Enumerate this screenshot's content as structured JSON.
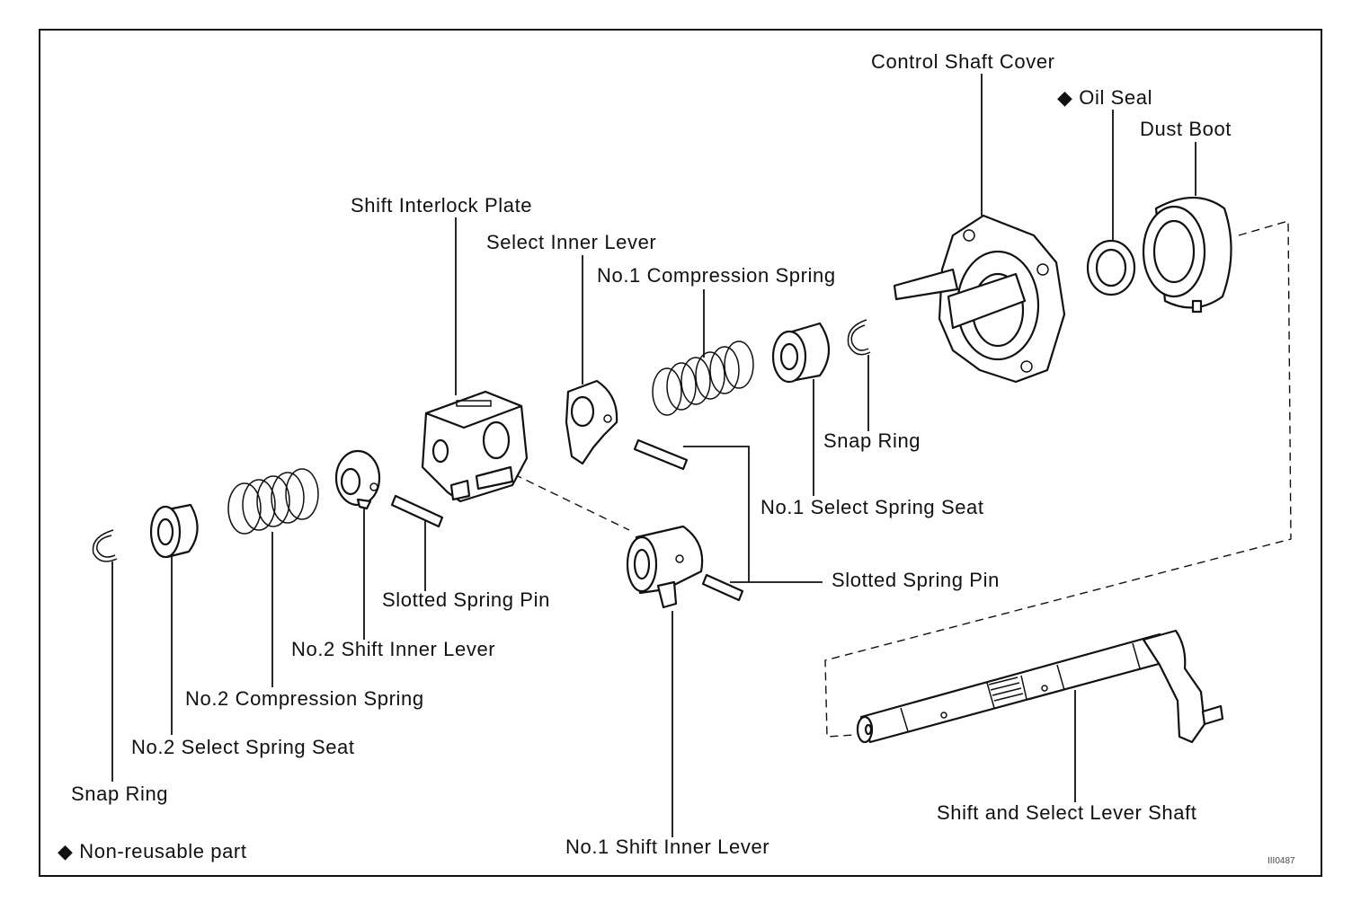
{
  "title": "",
  "labels": {
    "control_shaft_cover": "Control Shaft Cover",
    "oil_seal": "Oil Seal",
    "dust_boot": "Dust Boot",
    "shift_interlock_plate": "Shift Interlock Plate",
    "select_inner_lever": "Select Inner Lever",
    "no1_compression_spring": "No.1 Compression Spring",
    "snap_ring_right": "Snap Ring",
    "no1_select_spring_seat": "No.1 Select Spring Seat",
    "slotted_spring_pin_right": "Slotted Spring Pin",
    "slotted_spring_pin_left": "Slotted Spring Pin",
    "no2_shift_inner_lever": "No.2 Shift Inner Lever",
    "no2_compression_spring": "No.2 Compression Spring",
    "no2_select_spring_seat": "No.2 Select Spring Seat",
    "snap_ring_left": "Snap Ring",
    "no1_shift_inner_lever": "No.1 Shift Inner Lever",
    "shift_and_select_lever_shaft": "Shift and Select Lever Shaft"
  },
  "legend": {
    "symbol": "◆",
    "text": "Non-reusable part"
  },
  "non_reusable_marker": "◆",
  "figure_code": "III0487"
}
